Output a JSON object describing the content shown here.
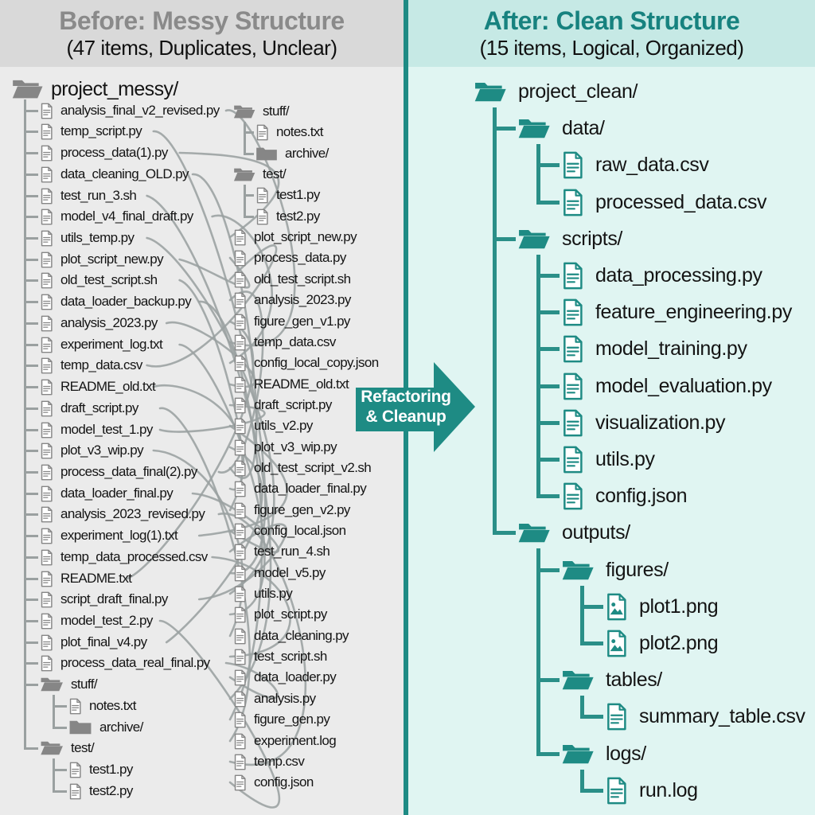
{
  "left": {
    "title": "Before: Messy Structure",
    "subtitle": "(47 items, Duplicates, Unclear)",
    "col1": [
      {
        "label": "project_messy/",
        "type": "folder-open",
        "depth": 0
      },
      {
        "label": "analysis_final_v2_revised.py",
        "type": "file",
        "depth": 1
      },
      {
        "label": "temp_script.py",
        "type": "file",
        "depth": 1
      },
      {
        "label": "process_data(1).py",
        "type": "file",
        "depth": 1
      },
      {
        "label": "data_cleaning_OLD.py",
        "type": "file",
        "depth": 1
      },
      {
        "label": "test_run_3.sh",
        "type": "file",
        "depth": 1
      },
      {
        "label": "model_v4_final_draft.py",
        "type": "file",
        "depth": 1
      },
      {
        "label": "utils_temp.py",
        "type": "file",
        "depth": 1
      },
      {
        "label": "plot_script_new.py",
        "type": "file",
        "depth": 1
      },
      {
        "label": "old_test_script.sh",
        "type": "file",
        "depth": 1
      },
      {
        "label": "data_loader_backup.py",
        "type": "file",
        "depth": 1
      },
      {
        "label": "analysis_2023.py",
        "type": "file",
        "depth": 1
      },
      {
        "label": "experiment_log.txt",
        "type": "file",
        "depth": 1
      },
      {
        "label": "temp_data.csv",
        "type": "file",
        "depth": 1
      },
      {
        "label": "README_old.txt",
        "type": "file",
        "depth": 1
      },
      {
        "label": "draft_script.py",
        "type": "file",
        "depth": 1
      },
      {
        "label": "model_test_1.py",
        "type": "file",
        "depth": 1
      },
      {
        "label": "plot_v3_wip.py",
        "type": "file",
        "depth": 1
      },
      {
        "label": "process_data_final(2).py",
        "type": "file",
        "depth": 1
      },
      {
        "label": "data_loader_final.py",
        "type": "file",
        "depth": 1
      },
      {
        "label": "analysis_2023_revised.py",
        "type": "file",
        "depth": 1
      },
      {
        "label": "experiment_log(1).txt",
        "type": "file",
        "depth": 1
      },
      {
        "label": "temp_data_processed.csv",
        "type": "file",
        "depth": 1
      },
      {
        "label": "README.txt",
        "type": "file",
        "depth": 1
      },
      {
        "label": "script_draft_final.py",
        "type": "file",
        "depth": 1
      },
      {
        "label": "model_test_2.py",
        "type": "file",
        "depth": 1
      },
      {
        "label": "plot_final_v4.py",
        "type": "file",
        "depth": 1
      },
      {
        "label": "process_data_real_final.py",
        "type": "file",
        "depth": 1
      },
      {
        "label": "stuff/",
        "type": "folder-open",
        "depth": 1
      },
      {
        "label": "notes.txt",
        "type": "file",
        "depth": 2
      },
      {
        "label": "archive/",
        "type": "folder-closed",
        "depth": 2
      },
      {
        "label": "test/",
        "type": "folder-open",
        "depth": 1
      },
      {
        "label": "test1.py",
        "type": "file",
        "depth": 2
      },
      {
        "label": "test2.py",
        "type": "file",
        "depth": 2
      }
    ],
    "col2": [
      {
        "label": "stuff/",
        "type": "folder-open",
        "depth": 0
      },
      {
        "label": "notes.txt",
        "type": "file",
        "depth": 1
      },
      {
        "label": "archive/",
        "type": "folder-closed",
        "depth": 1
      },
      {
        "label": "test/",
        "type": "folder-open",
        "depth": 0
      },
      {
        "label": "test1.py",
        "type": "file",
        "depth": 1
      },
      {
        "label": "test2.py",
        "type": "file",
        "depth": 1
      },
      {
        "label": "plot_script_new.py",
        "type": "file",
        "depth": 0
      },
      {
        "label": "process_data.py",
        "type": "file",
        "depth": 0
      },
      {
        "label": "old_test_script.sh",
        "type": "file",
        "depth": 0
      },
      {
        "label": "analysis_2023.py",
        "type": "file",
        "depth": 0
      },
      {
        "label": "figure_gen_v1.py",
        "type": "file",
        "depth": 0
      },
      {
        "label": "temp_data.csv",
        "type": "file",
        "depth": 0
      },
      {
        "label": "config_local_copy.json",
        "type": "file",
        "depth": 0
      },
      {
        "label": "README_old.txt",
        "type": "file",
        "depth": 0
      },
      {
        "label": "draft_script.py",
        "type": "file",
        "depth": 0
      },
      {
        "label": "utils_v2.py",
        "type": "file",
        "depth": 0
      },
      {
        "label": "plot_v3_wip.py",
        "type": "file",
        "depth": 0
      },
      {
        "label": "old_test_script_v2.sh",
        "type": "file",
        "depth": 0
      },
      {
        "label": "data_loader_final.py",
        "type": "file",
        "depth": 0
      },
      {
        "label": "figure_gen_v2.py",
        "type": "file",
        "depth": 0
      },
      {
        "label": "config_local.json",
        "type": "file",
        "depth": 0
      },
      {
        "label": "test_run_4.sh",
        "type": "file",
        "depth": 0
      },
      {
        "label": "model_v5.py",
        "type": "file",
        "depth": 0
      },
      {
        "label": "utils.py",
        "type": "file",
        "depth": 0
      },
      {
        "label": "plot_script.py",
        "type": "file",
        "depth": 0
      },
      {
        "label": "data_cleaning.py",
        "type": "file",
        "depth": 0
      },
      {
        "label": "test_script.sh",
        "type": "file",
        "depth": 0
      },
      {
        "label": "data_loader.py",
        "type": "file",
        "depth": 0
      },
      {
        "label": "analysis.py",
        "type": "file",
        "depth": 0
      },
      {
        "label": "figure_gen.py",
        "type": "file",
        "depth": 0
      },
      {
        "label": "experiment.log",
        "type": "file",
        "depth": 0
      },
      {
        "label": "temp.csv",
        "type": "file",
        "depth": 0
      },
      {
        "label": "config.json",
        "type": "file",
        "depth": 0
      }
    ]
  },
  "arrow": {
    "line1": "Refactoring",
    "line2": "& Cleanup"
  },
  "right": {
    "title": "After: Clean Structure",
    "subtitle": "(15 items, Logical, Organized)",
    "tree": [
      {
        "label": "project_clean/",
        "type": "folder-open",
        "depth": 0
      },
      {
        "label": "data/",
        "type": "folder-open",
        "depth": 1
      },
      {
        "label": "raw_data.csv",
        "type": "file",
        "depth": 2
      },
      {
        "label": "processed_data.csv",
        "type": "file",
        "depth": 2
      },
      {
        "label": "scripts/",
        "type": "folder-open",
        "depth": 1
      },
      {
        "label": "data_processing.py",
        "type": "file",
        "depth": 2
      },
      {
        "label": "feature_engineering.py",
        "type": "file",
        "depth": 2
      },
      {
        "label": "model_training.py",
        "type": "file",
        "depth": 2
      },
      {
        "label": "model_evaluation.py",
        "type": "file",
        "depth": 2
      },
      {
        "label": "visualization.py",
        "type": "file",
        "depth": 2
      },
      {
        "label": "utils.py",
        "type": "file",
        "depth": 2
      },
      {
        "label": "config.json",
        "type": "file",
        "depth": 2
      },
      {
        "label": "outputs/",
        "type": "folder-open",
        "depth": 1
      },
      {
        "label": "figures/",
        "type": "folder-open",
        "depth": 2
      },
      {
        "label": "plot1.png",
        "type": "file-image",
        "depth": 3
      },
      {
        "label": "plot2.png",
        "type": "file-image",
        "depth": 3
      },
      {
        "label": "tables/",
        "type": "folder-open",
        "depth": 2
      },
      {
        "label": "summary_table.csv",
        "type": "file",
        "depth": 3
      },
      {
        "label": "logs/",
        "type": "folder-open",
        "depth": 2
      },
      {
        "label": "run.log",
        "type": "file",
        "depth": 3
      }
    ]
  },
  "colors": {
    "accent": "#1e8b84",
    "left_bg": "#ebebeb",
    "left_header_bg": "#d9d9d9",
    "left_title": "#8a8a8a",
    "gray_icon": "#868686",
    "line_gray": "#9aa0a0",
    "right_bg": "#e0f5f2",
    "right_header_bg": "#c6e9e5",
    "text": "#141414"
  }
}
